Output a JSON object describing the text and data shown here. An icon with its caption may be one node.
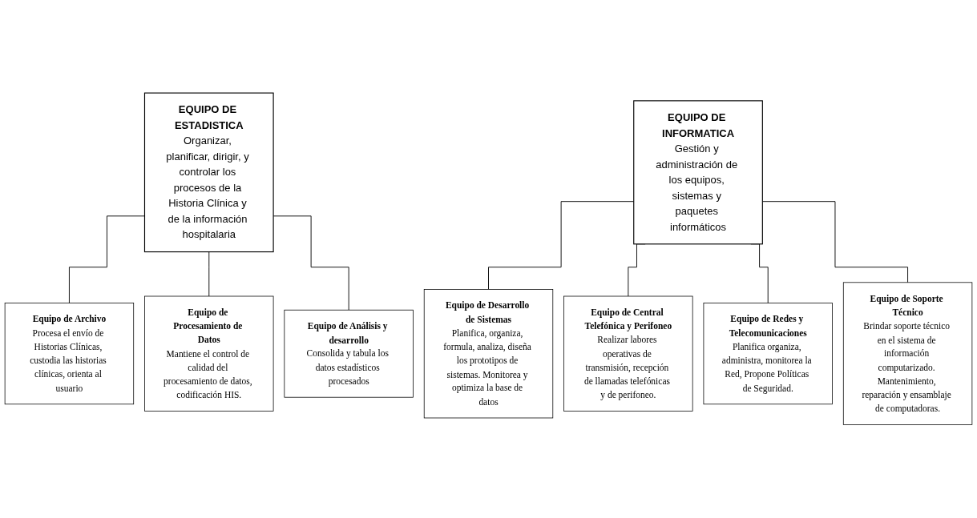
{
  "diagram": {
    "nodes": [
      {
        "text": [
          "EQUIPO DE ESTADISTICA",
          "Organizar, planificar, dirigir, y controlar los procesos de la Historia Clínica y de la información hospitalaria"
        ]
      },
      {
        "text": [
          "EQUIPO DE INFORMATICA",
          "Gestión y administración de los equipos, sistemas y paquetes informáticos"
        ]
      },
      {
        "text": [
          "Equipo de Archivo",
          "Procesa el envío de Historias Clínicas, custodia las historias clínicas, orienta al usuario"
        ]
      },
      {
        "text": [
          "Equipo de Procesamiento de Datos",
          "Mantiene el control de calidad del procesamiento de datos, codificación HIS."
        ]
      },
      {
        "text": [
          "Equipo de Análisis y desarrollo",
          "Consolida y tabula los datos estadísticos procesados"
        ]
      },
      {
        "text": [
          "Equipo de Desarrollo de Sistemas",
          "Planifica, organiza, formula, analiza, diseña los prototipos de sistemas. Monitorea y optimiza la base de datos"
        ]
      },
      {
        "text": [
          "Equipo de Central Telefónica y Perifoneo",
          "Realizar labores operativas de transmisión, recepción de llamadas telefónicas y de perifoneo."
        ]
      },
      {
        "text": [
          "Equipo de Redes y Telecomunicaciones",
          "Planifica organiza, administra, monitorea la Red, Propone Políticas de Seguridad."
        ]
      },
      {
        "text": [
          "Equipo de Soporte Técnico",
          "Brindar soporte técnico en el sistema de información computarizado. Mantenimiento, reparación y ensamblaje de computadoras."
        ]
      }
    ],
    "edges": [
      {
        "from": 0,
        "to": 2,
        "arrow": "none"
      },
      {
        "from": 0,
        "to": 3,
        "arrow": "none"
      },
      {
        "from": 0,
        "to": 4,
        "arrow": "none"
      },
      {
        "from": 1,
        "to": 5,
        "arrow": "none"
      },
      {
        "from": 1,
        "to": 6,
        "arrow": "none"
      },
      {
        "from": 1,
        "to": 7,
        "arrow": "none"
      },
      {
        "from": 1,
        "to": 8,
        "arrow": "none"
      }
    ]
  }
}
